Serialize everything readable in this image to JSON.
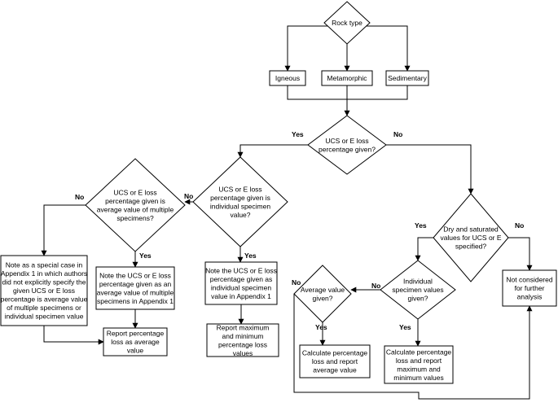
{
  "nodes": {
    "rock_type": [
      "Rock type"
    ],
    "igneous": [
      "Igneous"
    ],
    "metamorphic": [
      "Metamorphic"
    ],
    "sedimentary": [
      "Sedimentary"
    ],
    "ucs_given": [
      "UCS or E loss",
      "percentage given?"
    ],
    "individual_value": [
      "UCS or E loss",
      "percentage given is",
      "individual specimen",
      "value?"
    ],
    "average_value": [
      "UCS or E  loss",
      "percentage given is",
      "average value of multiple",
      "specimens?"
    ],
    "special_case": [
      "Note as a special case in",
      "Appendix 1 in which authors",
      "did not explicitly specify the",
      "given UCS or E loss",
      "percentage is average value",
      "of multiple specimens or",
      "individual specimen value"
    ],
    "note_average": [
      "Note the UCS or E loss",
      "percentage given as an",
      "average value of multiple",
      "specimens in Appendix 1"
    ],
    "note_individual": [
      "Note the UCS or E loss",
      "percentage given as",
      "individual specimen",
      "value in Appendix 1"
    ],
    "report_average": [
      "Report percentage",
      "loss as average",
      "value"
    ],
    "report_maxmin": [
      "Report maximum",
      "and minimum",
      "percentage loss",
      "values"
    ],
    "dry_saturated": [
      "Dry and saturated",
      "values for UCS or E",
      "specified?"
    ],
    "not_considered": [
      "Not considered",
      "for further",
      "analysis"
    ],
    "individual_given": [
      "Individual",
      "specimen values",
      "given?"
    ],
    "average_given": [
      "Average value",
      "given?"
    ],
    "calc_average": [
      "Calculate percentage",
      "loss and report",
      "average value"
    ],
    "calc_maxmin": [
      "Calculate percentage",
      "loss and report",
      "maximum and",
      "minimum values"
    ]
  },
  "edge_labels": {
    "yes": "Yes",
    "no": "No"
  }
}
